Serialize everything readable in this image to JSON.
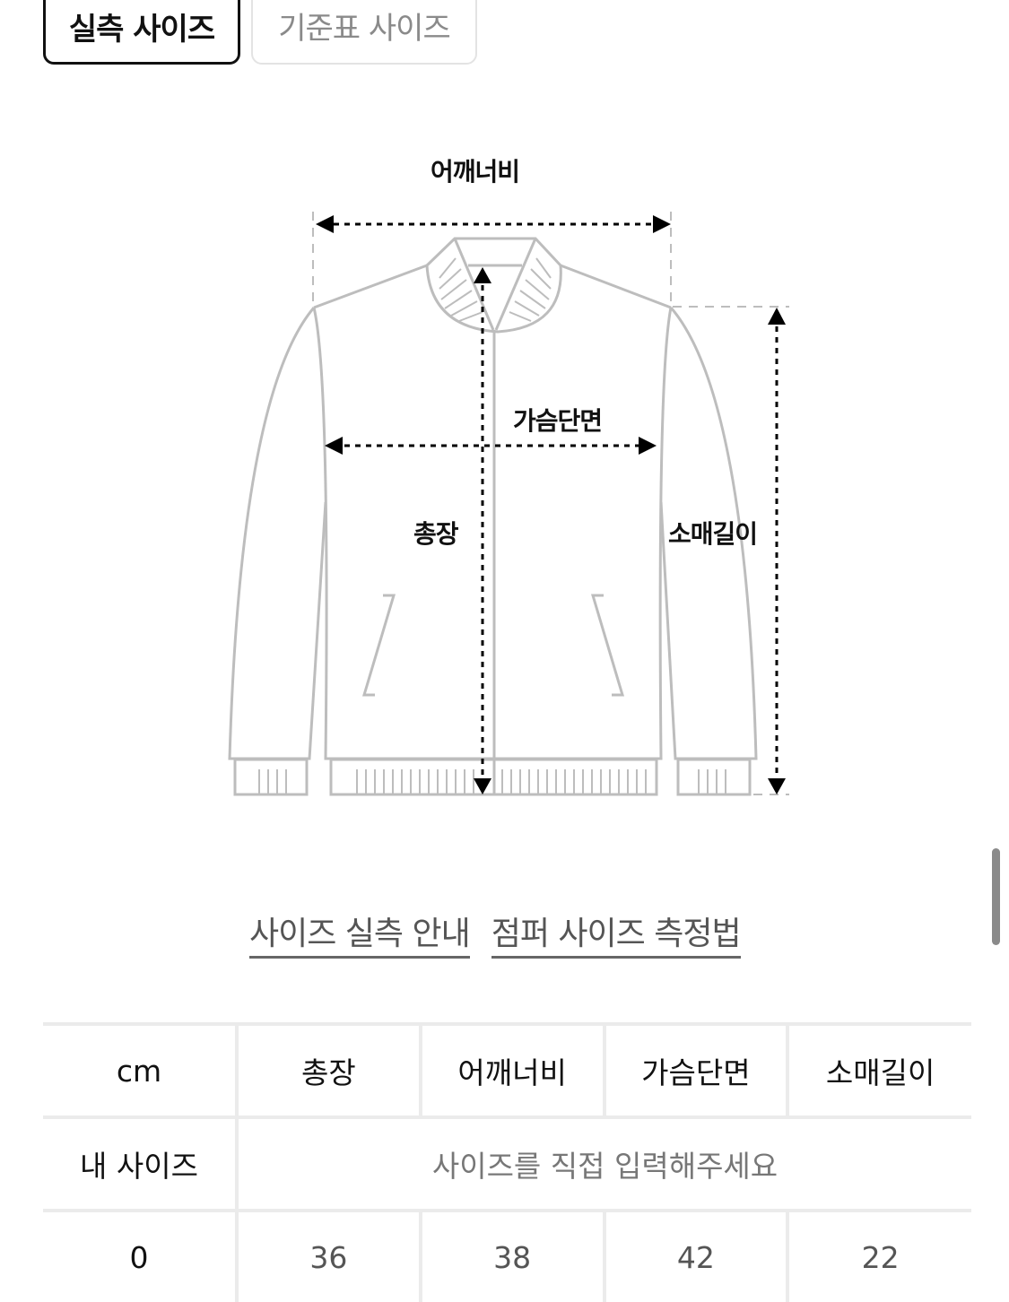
{
  "tabs": [
    {
      "label": "실측 사이즈",
      "active": true
    },
    {
      "label": "기준표 사이즈",
      "active": false
    }
  ],
  "diagram": {
    "labels": {
      "shoulder": "어깨너비",
      "chest": "가슴단면",
      "length": "총장",
      "sleeve": "소매길이"
    }
  },
  "links": [
    {
      "label": "사이즈 실측 안내"
    },
    {
      "label": "점퍼 사이즈 측정법"
    }
  ],
  "table": {
    "unit": "cm",
    "headers": [
      "총장",
      "어깨너비",
      "가슴단면",
      "소매길이"
    ],
    "my_size": {
      "label": "내 사이즈",
      "placeholder": "사이즈를 직접 입력해주세요"
    },
    "rows": [
      {
        "size": "0",
        "values": [
          "36",
          "38",
          "42",
          "22"
        ]
      }
    ]
  },
  "colors": {
    "outline": "#bdbdbd",
    "border": "#ebebeb",
    "text": "#111111",
    "muted": "#8a8a8a"
  }
}
